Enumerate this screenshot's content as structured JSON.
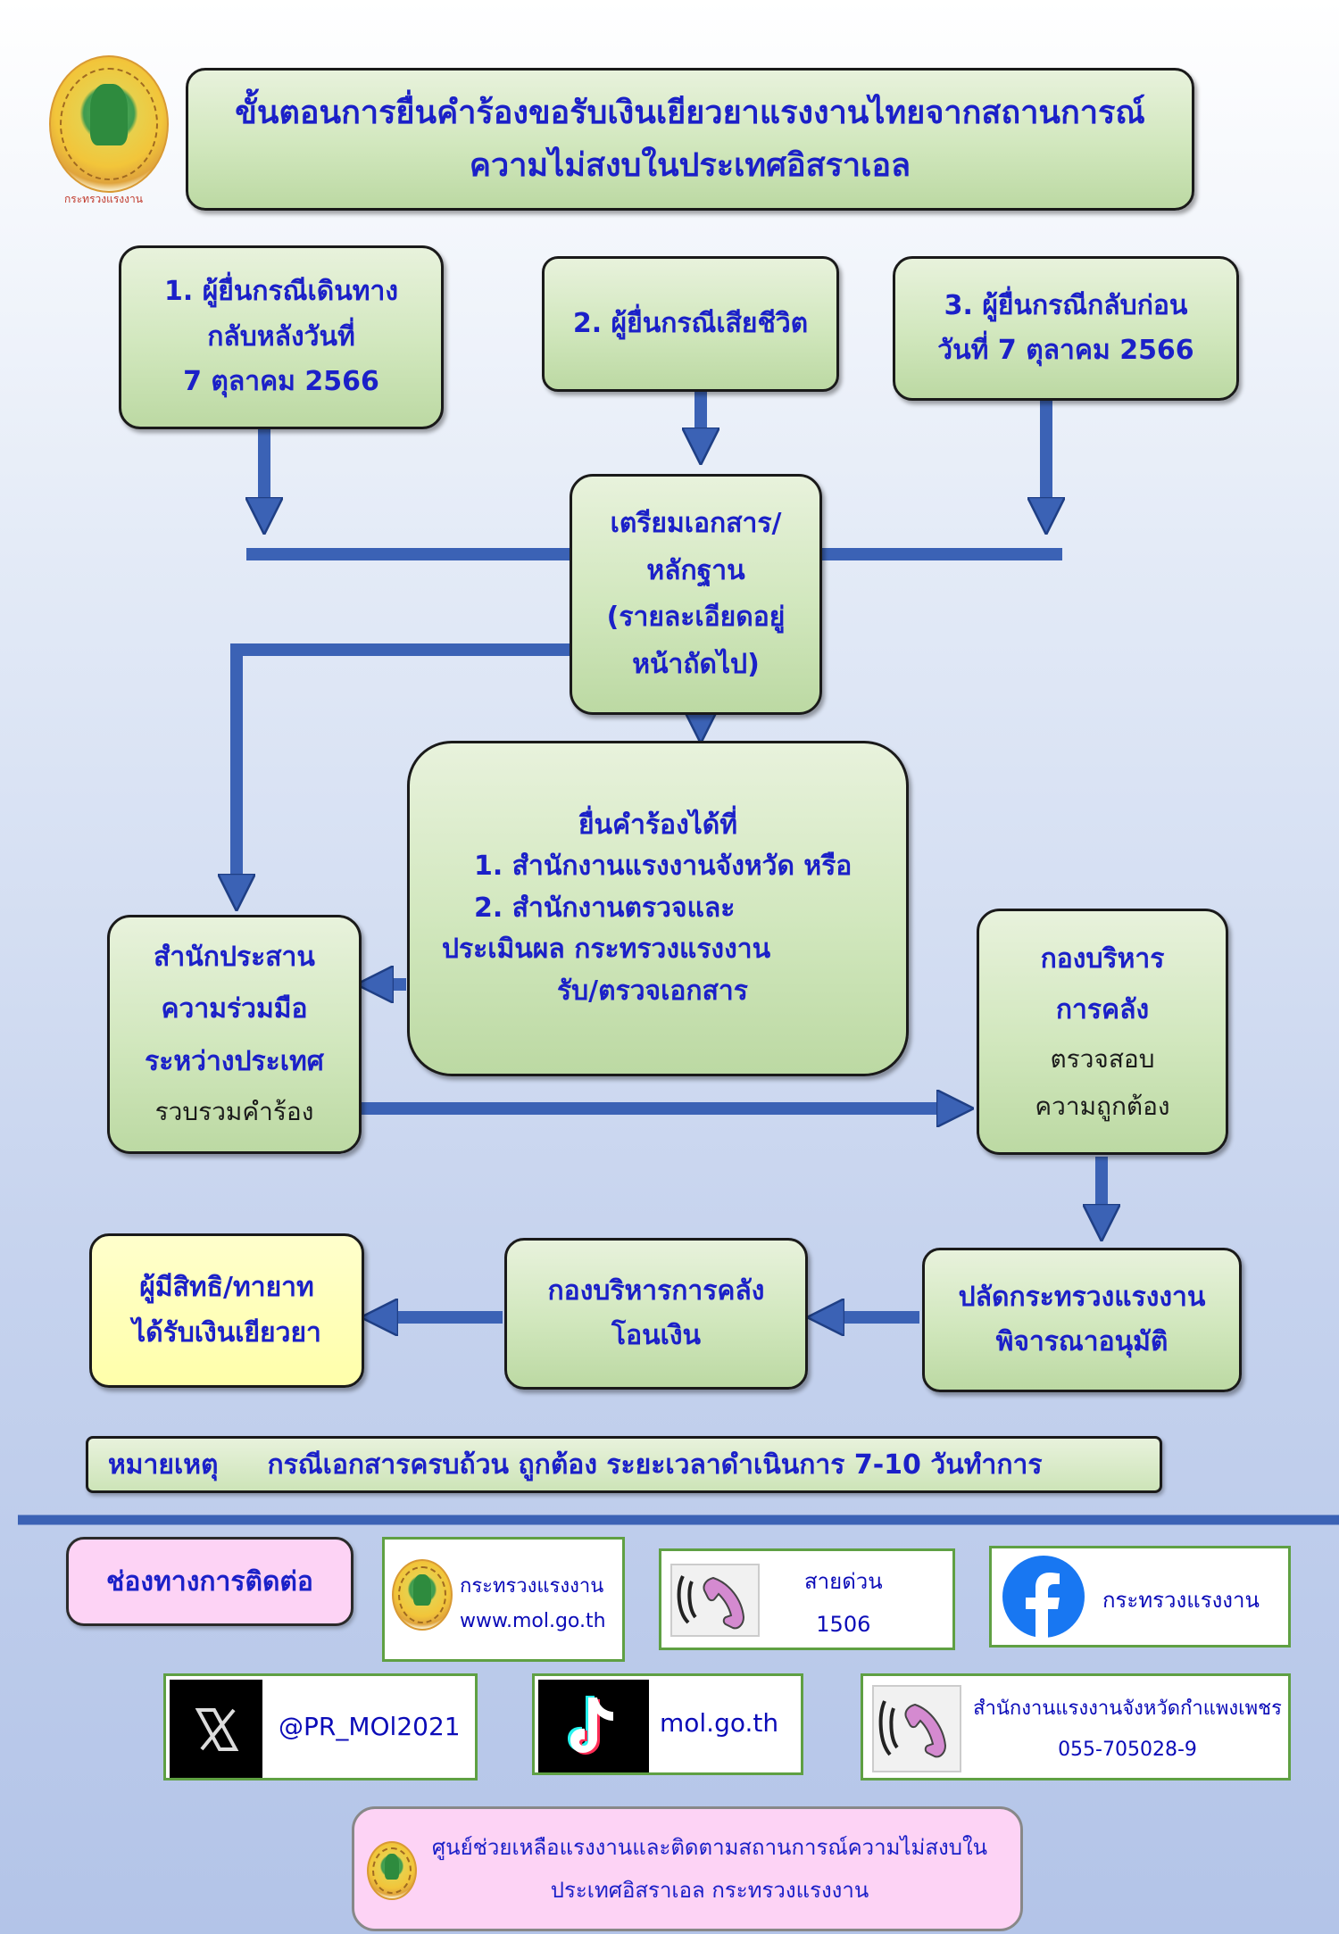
{
  "header": {
    "logo_caption": "กระทรวงแรงงาน",
    "title_line1": "ขั้นตอนการยื่นคำร้องขอรับเงินเยียวยาแรงงานไทยจากสถานการณ์",
    "title_line2": "ความไม่สงบในประเทศอิสราเอล"
  },
  "flow": {
    "case1": [
      "1. ผู้ยื่นกรณีเดินทาง",
      "กลับหลังวันที่",
      "7 ตุลาคม 2566"
    ],
    "case2": [
      "2. ผู้ยื่นกรณีเสียชีวิต"
    ],
    "case3": [
      "3. ผู้ยื่นกรณีกลับก่อน",
      "วันที่ 7 ตุลาคม 2566"
    ],
    "prepare": [
      "เตรียมเอกสาร/",
      "หลักฐาน",
      "(รายละเอียดอยู่",
      "หน้าถัดไป)"
    ],
    "apply": {
      "heading": "ยื่นคำร้องได้ที่",
      "item1": "1. สำนักงานแรงงานจังหวัด หรือ",
      "item2": "2. สำนักงานตรวจและ",
      "item2b": "ประเมินผล กระทรวงแรงงาน",
      "note": "รับ/ตรวจเอกสาร"
    },
    "coordination": {
      "lines": [
        "สำนักประสาน",
        "ความร่วมมือ",
        "ระหว่างประเทศ"
      ],
      "sub": "รวบรวมคำร้อง"
    },
    "finance_check": {
      "lines": [
        "กองบริหาร",
        "การคลัง"
      ],
      "sub": [
        "ตรวจสอบ",
        "ความถูกต้อง"
      ]
    },
    "permanent_secretary": [
      "ปลัดกระทรวงแรงงาน",
      "พิจารณาอนุมัติ"
    ],
    "finance_transfer": [
      "กองบริหารการคลัง",
      "โอนเงิน"
    ],
    "recipient": [
      "ผู้มีสิทธิ/ทายาท",
      "ได้รับเงินเยียวยา"
    ]
  },
  "note": {
    "label": "หมายเหตุ",
    "text": "กรณีเอกสารครบถ้วน ถูกต้อง ระยะเวลาดำเนินการ 7-10 วันทำการ"
  },
  "contact": {
    "heading": "ช่องทางการติดต่อ",
    "website": {
      "name": "กระทรวงแรงงาน",
      "url": "www.mol.go.th"
    },
    "hotline": {
      "label": "สายด่วน",
      "number": "1506"
    },
    "facebook": {
      "name": "กระทรวงแรงงาน"
    },
    "x": {
      "handle": "@PR_MOl2021"
    },
    "tiktok": {
      "handle": "mol.go.th"
    },
    "provincial": {
      "name": "สำนักงานแรงงานจังหวัดกำแพงเพชร",
      "phone": "055-705028-9"
    },
    "center": [
      "ศูนย์ช่วยเหลือแรงงานและติดตามสถานการณ์ความไม่สงบใน",
      "ประเทศอิสราเอล กระทรวงแรงงาน"
    ]
  },
  "colors": {
    "text": "#1b20c8",
    "arrow": "#3b62b5",
    "box": "#d1e7bd",
    "pink": "#fdd3f5",
    "facebook": "#1877f2"
  }
}
